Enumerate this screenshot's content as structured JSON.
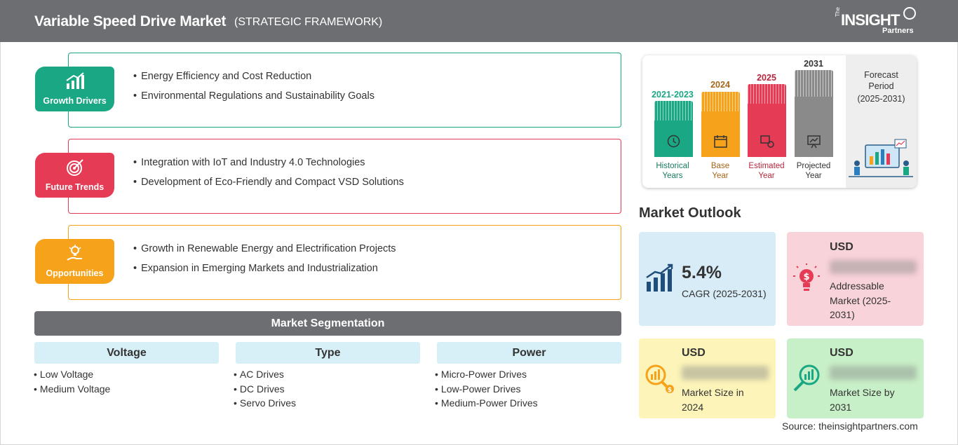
{
  "header": {
    "title": "Variable Speed Drive Market",
    "subtitle": "(STRATEGIC FRAMEWORK)",
    "logo": {
      "the": "The",
      "insight": "INSIGHT",
      "partners": "Partners"
    }
  },
  "framework": {
    "growth_drivers": {
      "label": "Growth Drivers",
      "color": "#1aa784",
      "items": [
        "Energy Efficiency and Cost Reduction",
        "Environmental Regulations and Sustainability Goals"
      ]
    },
    "future_trends": {
      "label": "Future Trends",
      "color": "#e63b55",
      "items": [
        "Integration with IoT and Industry 4.0 Technologies",
        "Development of Eco-Friendly and Compact VSD Solutions"
      ]
    },
    "opportunities": {
      "label": "Opportunities",
      "color": "#f7a21b",
      "items": [
        "Growth in Renewable Energy and Electrification Projects",
        "Expansion in Emerging Markets and Industrialization"
      ]
    }
  },
  "segmentation": {
    "title": "Market Segmentation",
    "columns": [
      {
        "heading": "Voltage",
        "items": [
          "Low Voltage",
          "Medium Voltage"
        ]
      },
      {
        "heading": "Type",
        "items": [
          "AC Drives",
          "DC Drives",
          "Servo Drives"
        ]
      },
      {
        "heading": "Power",
        "items": [
          "Micro-Power Drives",
          "Low-Power Drives",
          "Medium-Power Drives"
        ]
      }
    ]
  },
  "timeline": {
    "periods": [
      {
        "year": "2021-2023",
        "caption_1": "Historical",
        "caption_2": "Years",
        "color": "#1aa784",
        "year_color": "#1aa784"
      },
      {
        "year": "2024",
        "caption_1": "Base",
        "caption_2": "Year",
        "color": "#f7a21b",
        "year_color": "#a5661a"
      },
      {
        "year": "2025",
        "caption_1": "Estimated",
        "caption_2": "Year",
        "color": "#e63b55",
        "year_color": "#b3263c"
      },
      {
        "year": "2031",
        "caption_1": "Projected",
        "caption_2": "Year",
        "color": "#8a8a8a",
        "year_color": "#333333"
      }
    ],
    "forecast_label_1": "Forecast",
    "forecast_label_2": "Period",
    "forecast_range": "(2025-2031)"
  },
  "outlook": {
    "title": "Market Outlook",
    "cagr": {
      "value": "5.4%",
      "label": "CAGR (2025-2031)",
      "color": "#d8ecf8"
    },
    "addressable": {
      "currency": "USD",
      "blurred": "lorem ipsum",
      "label_1": "Addressable",
      "label_2": "Market (2025-",
      "label_3": "2031)",
      "color": "#f9d3da"
    },
    "size_2024": {
      "currency": "USD",
      "blurred": "lorem ipsum",
      "label_1": "Market Size in",
      "label_2": "2024",
      "color": "#fcf4b8"
    },
    "size_2031": {
      "currency": "USD",
      "blurred": "lorem ipsum",
      "label_1": "Market Size by",
      "label_2": "2031",
      "color": "#c8f0c8"
    }
  },
  "source": "Source: theinsightpartners.com"
}
